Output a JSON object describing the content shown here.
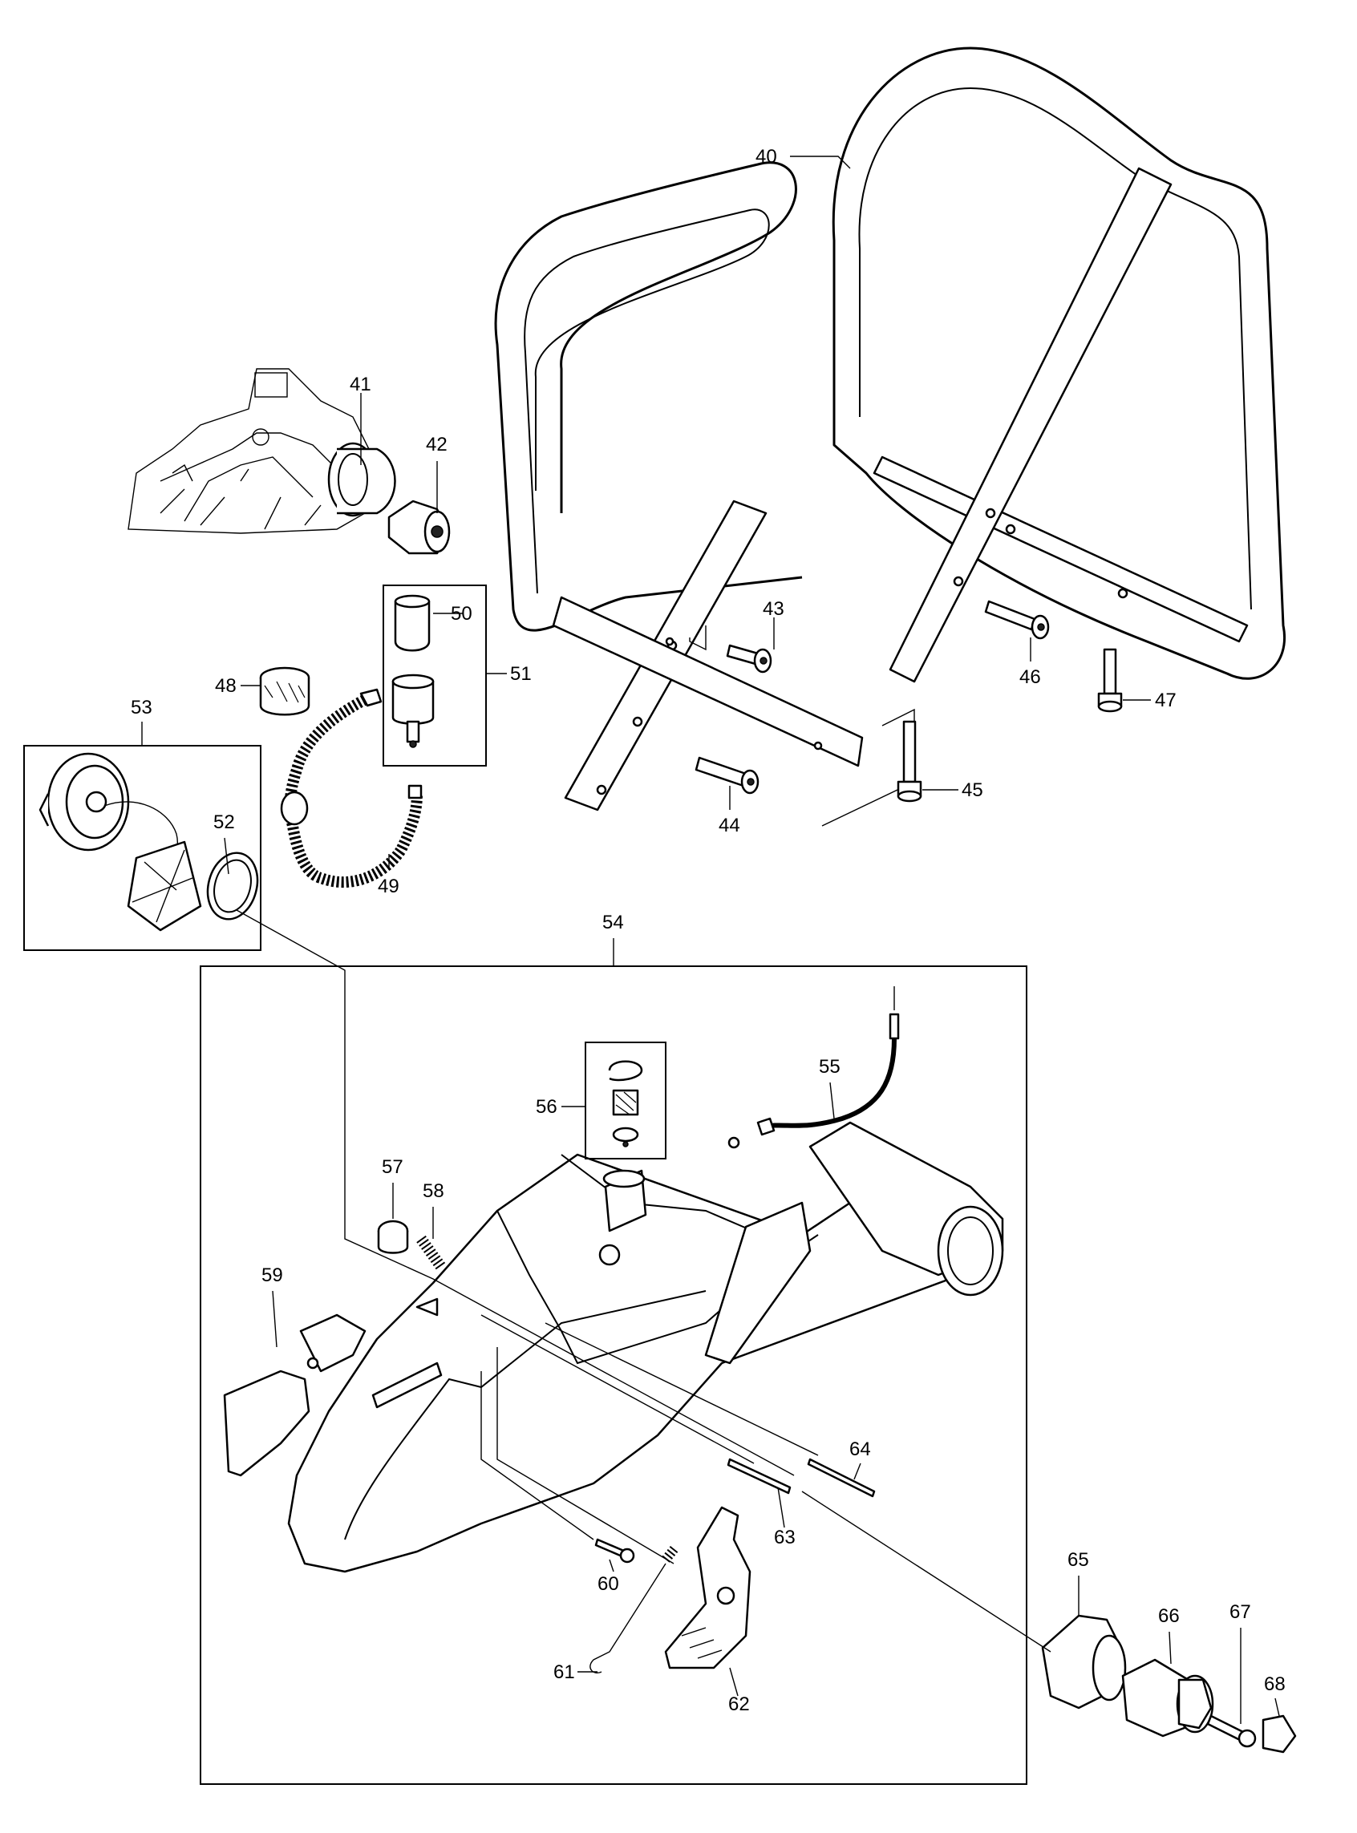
{
  "diagram": {
    "type": "exploded-parts-view",
    "callouts": {
      "c40": "40",
      "c41": "41",
      "c42": "42",
      "c43": "43",
      "c44": "44",
      "c45": "45",
      "c46": "46",
      "c47": "47",
      "c48": "48",
      "c49": "49",
      "c50": "50",
      "c51": "51",
      "c52": "52",
      "c53": "53",
      "c54": "54",
      "c55": "55",
      "c56": "56",
      "c57": "57",
      "c58": "58",
      "c59": "59",
      "c60": "60",
      "c61": "61",
      "c62": "62",
      "c63": "63",
      "c64": "64",
      "c65": "65",
      "c66": "66",
      "c67": "67",
      "c68": "68"
    }
  }
}
